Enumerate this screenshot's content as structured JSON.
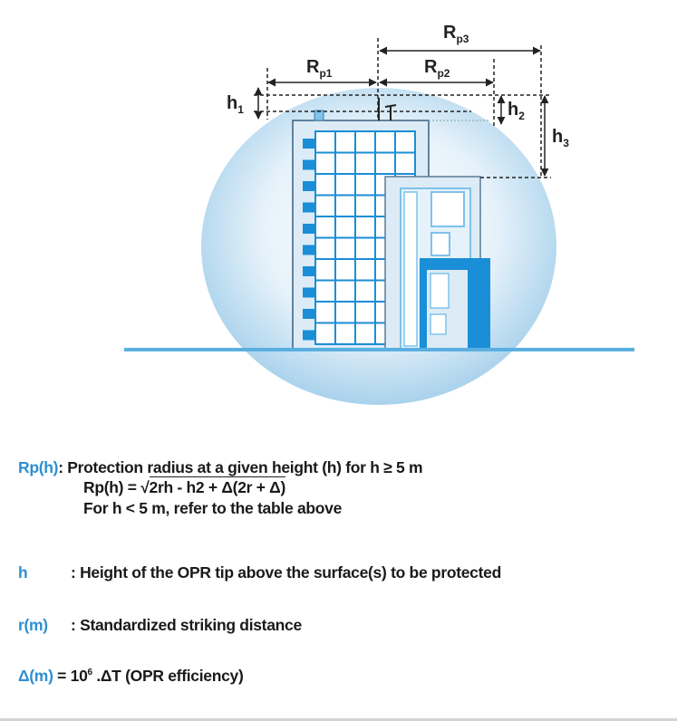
{
  "diagram": {
    "labels": {
      "rp1": {
        "base": "R",
        "sub": "p1"
      },
      "rp2": {
        "base": "R",
        "sub": "p2"
      },
      "rp3": {
        "base": "R",
        "sub": "p3"
      },
      "h1": {
        "base": "h",
        "sub": "1"
      },
      "h2": {
        "base": "h",
        "sub": "2"
      },
      "h3": {
        "base": "h",
        "sub": "3"
      }
    },
    "colors": {
      "accent": "#2e8fd2",
      "building_blue": "#1a8ed6",
      "ground": "#5aafe0",
      "sphere": "#cfe6f5"
    }
  },
  "legend": {
    "rp": {
      "key": "Rp(h)",
      "description": ": Protection radius at a given height (h) for h ≥ 5 m",
      "formula_lhs": "Rp(h) = √",
      "formula_rhs": "2rh - h2 + Δ(2r + Δ)",
      "note": "For h < 5 m, refer to the table above"
    },
    "h": {
      "key": "h",
      "description": ": Height of the OPR tip above the surface(s) to be protected"
    },
    "r": {
      "key": "r(m)",
      "description": ": Standardized striking distance"
    },
    "delta": {
      "key": "Δ(m)",
      "description_prefix": " = 10",
      "exponent": "6",
      "description_suffix": " .ΔT (OPR efficiency)"
    }
  }
}
